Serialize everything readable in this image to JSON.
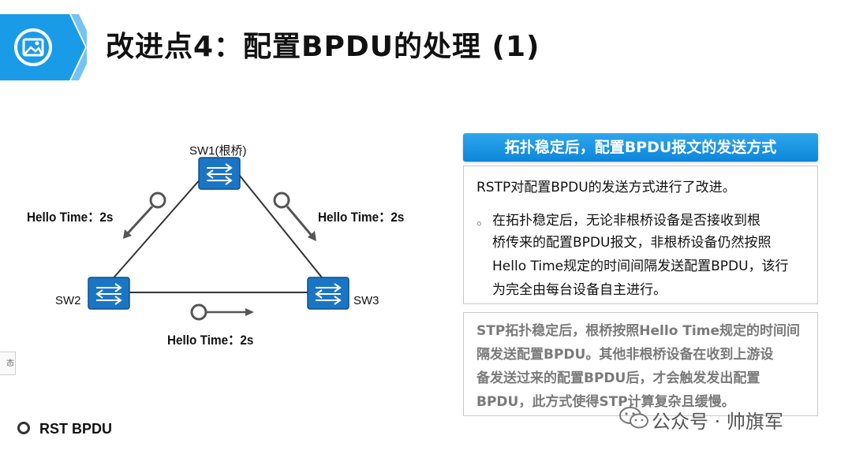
{
  "title": "改进点4：配置BPDU的处理 (1)",
  "diagram": {
    "switches": [
      {
        "id": "sw1",
        "label": "SW1(根桥)"
      },
      {
        "id": "sw2",
        "label": "SW2"
      },
      {
        "id": "sw3",
        "label": "SW3"
      }
    ],
    "hello_labels": [
      "Hello Time：2s",
      "Hello Time：2s",
      "Hello Time：2s"
    ],
    "switch_color": "#1a76c4",
    "legend_label": "RST BPDU"
  },
  "edge_box_text": "态",
  "rstp_panel": {
    "header": "拓扑稳定后，配置BPDU报文的发送方式",
    "line1": "RSTP对配置BPDU的发送方式进行了改进。",
    "bullet": "。",
    "lines": [
      "在拓扑稳定后，无论非根桥设备是否接收到根",
      "桥传来的配置BPDU报文，非根桥设备仍然按照",
      "Hello Time规定的时间间隔发送配置BPDU，该行",
      "为完全由每台设备自主进行。"
    ]
  },
  "stp_panel": {
    "lines": [
      "STP拓扑稳定后，根桥按照Hello Time规定的时间间",
      "隔发送配置BPDU。其他非根桥设备在收到上游设",
      "备发送过来的配置BPDU后，才会触发发出配置",
      "BPDU，此方式使得STP计算复杂且缓慢。"
    ]
  },
  "watermark": "公众号 · 帅旗军",
  "colors": {
    "accent": "#0d86d8",
    "badge": "#1a9be8"
  }
}
